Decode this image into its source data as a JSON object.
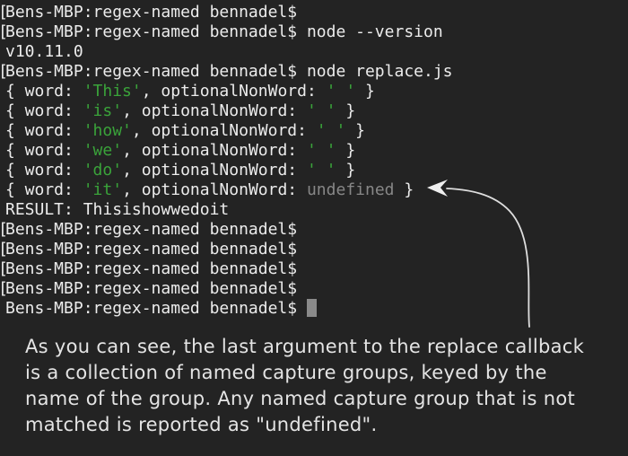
{
  "terminal": {
    "colors": {
      "background": "#232323",
      "text": "#ececec",
      "green": "#3aa33a",
      "muted": "#878787",
      "cursor": "#8a8a8a"
    },
    "prompt": "Bens-MBP:regex-named bennadel$",
    "mark_glyph": "[",
    "lines": [
      {
        "mark": true,
        "segments": [
          {
            "t": "Bens-MBP:regex-named bennadel$"
          }
        ]
      },
      {
        "mark": true,
        "segments": [
          {
            "t": "Bens-MBP:regex-named bennadel$ node --version"
          }
        ]
      },
      {
        "mark": false,
        "segments": [
          {
            "t": "v10.11.0"
          }
        ]
      },
      {
        "mark": true,
        "segments": [
          {
            "t": "Bens-MBP:regex-named bennadel$ node replace.js"
          }
        ]
      },
      {
        "mark": false,
        "segments": [
          {
            "t": "{ word: "
          },
          {
            "t": "'This'",
            "c": "green"
          },
          {
            "t": ", optionalNonWord: "
          },
          {
            "t": "' '",
            "c": "green"
          },
          {
            "t": " }"
          }
        ]
      },
      {
        "mark": false,
        "segments": [
          {
            "t": "{ word: "
          },
          {
            "t": "'is'",
            "c": "green"
          },
          {
            "t": ", optionalNonWord: "
          },
          {
            "t": "' '",
            "c": "green"
          },
          {
            "t": " }"
          }
        ]
      },
      {
        "mark": false,
        "segments": [
          {
            "t": "{ word: "
          },
          {
            "t": "'how'",
            "c": "green"
          },
          {
            "t": ", optionalNonWord: "
          },
          {
            "t": "' '",
            "c": "green"
          },
          {
            "t": " }"
          }
        ]
      },
      {
        "mark": false,
        "segments": [
          {
            "t": "{ word: "
          },
          {
            "t": "'we'",
            "c": "green"
          },
          {
            "t": ", optionalNonWord: "
          },
          {
            "t": "' '",
            "c": "green"
          },
          {
            "t": " }"
          }
        ]
      },
      {
        "mark": false,
        "segments": [
          {
            "t": "{ word: "
          },
          {
            "t": "'do'",
            "c": "green"
          },
          {
            "t": ", optionalNonWord: "
          },
          {
            "t": "' '",
            "c": "green"
          },
          {
            "t": " }"
          }
        ]
      },
      {
        "mark": false,
        "segments": [
          {
            "t": "{ word: "
          },
          {
            "t": "'it'",
            "c": "green"
          },
          {
            "t": ", optionalNonWord: "
          },
          {
            "t": "undefined",
            "c": "muted"
          },
          {
            "t": " }"
          }
        ]
      },
      {
        "mark": false,
        "segments": [
          {
            "t": "RESULT: Thisishowwedoit"
          }
        ]
      },
      {
        "mark": true,
        "segments": [
          {
            "t": "Bens-MBP:regex-named bennadel$"
          }
        ]
      },
      {
        "mark": true,
        "segments": [
          {
            "t": "Bens-MBP:regex-named bennadel$"
          }
        ]
      },
      {
        "mark": true,
        "segments": [
          {
            "t": "Bens-MBP:regex-named bennadel$"
          }
        ]
      },
      {
        "mark": true,
        "segments": [
          {
            "t": "Bens-MBP:regex-named bennadel$"
          }
        ]
      },
      {
        "mark": false,
        "segments": [
          {
            "t": "Bens-MBP:regex-named bennadel$ "
          }
        ],
        "cursor": true
      }
    ]
  },
  "annotation": {
    "lines": [
      "As you can see, the last argument to the replace callback",
      "is a collection of named capture groups, keyed by the",
      "name of the group. Any named capture group that is not",
      "matched is reported as \"undefined\"."
    ],
    "arrow_target": "undefined value in last match object"
  }
}
